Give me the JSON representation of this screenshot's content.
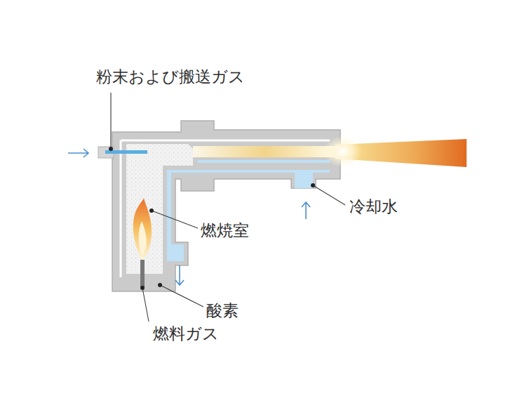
{
  "diagram": {
    "labels": [
      "粉末および搬送ガス",
      "冷却水",
      "燃焼室",
      "酸素",
      "燃料ガス"
    ]
  }
}
